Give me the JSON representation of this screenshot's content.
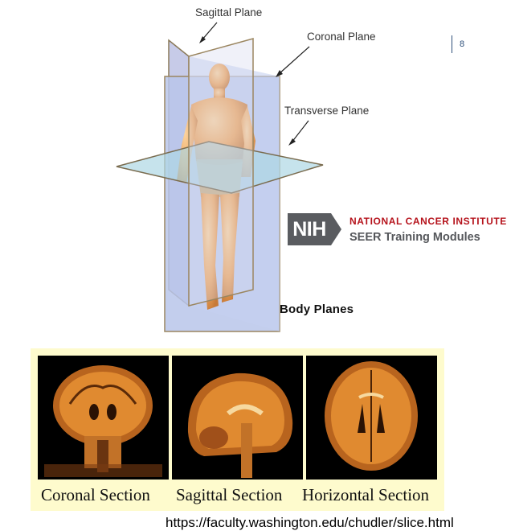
{
  "slide": {
    "number": "8"
  },
  "planes_figure": {
    "labels": {
      "sagittal": "Sagittal Plane",
      "coronal": "Coronal Plane",
      "transverse": "Transverse Plane"
    },
    "caption": "Body Planes"
  },
  "logo": {
    "mark": "NIH",
    "institute": "NATIONAL CANCER INSTITUTE",
    "program": "SEER Training Modules",
    "colors": {
      "mark_bg": "#5a5c60",
      "institute": "#b5121b",
      "program": "#55575b"
    }
  },
  "mri": {
    "panel_color": "#fefbcd",
    "sections": [
      {
        "caption": "Coronal Section"
      },
      {
        "caption": "Sagittal Section"
      },
      {
        "caption": "Horizontal Section"
      }
    ]
  },
  "source": {
    "url": "https://faculty.washington.edu/chudler/slice.html"
  }
}
